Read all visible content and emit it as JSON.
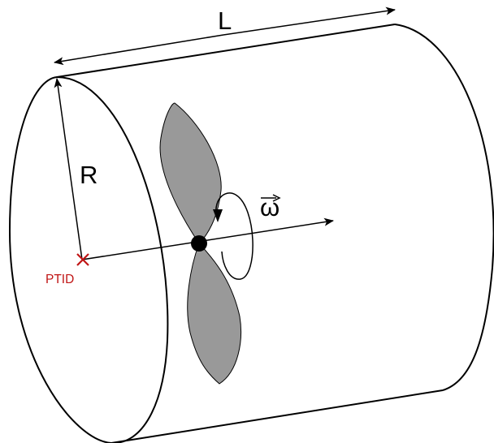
{
  "labels": {
    "length": "L",
    "radius": "R",
    "omega": "ω",
    "ptid": "PTID"
  },
  "colors": {
    "stroke": "#000000",
    "blade_fill": "#999999",
    "ptid_marker": "#c01515",
    "hub": "#000000"
  },
  "icons": {
    "ptid_marker": "cross-icon",
    "rotation": "curved-arrow-icon"
  }
}
